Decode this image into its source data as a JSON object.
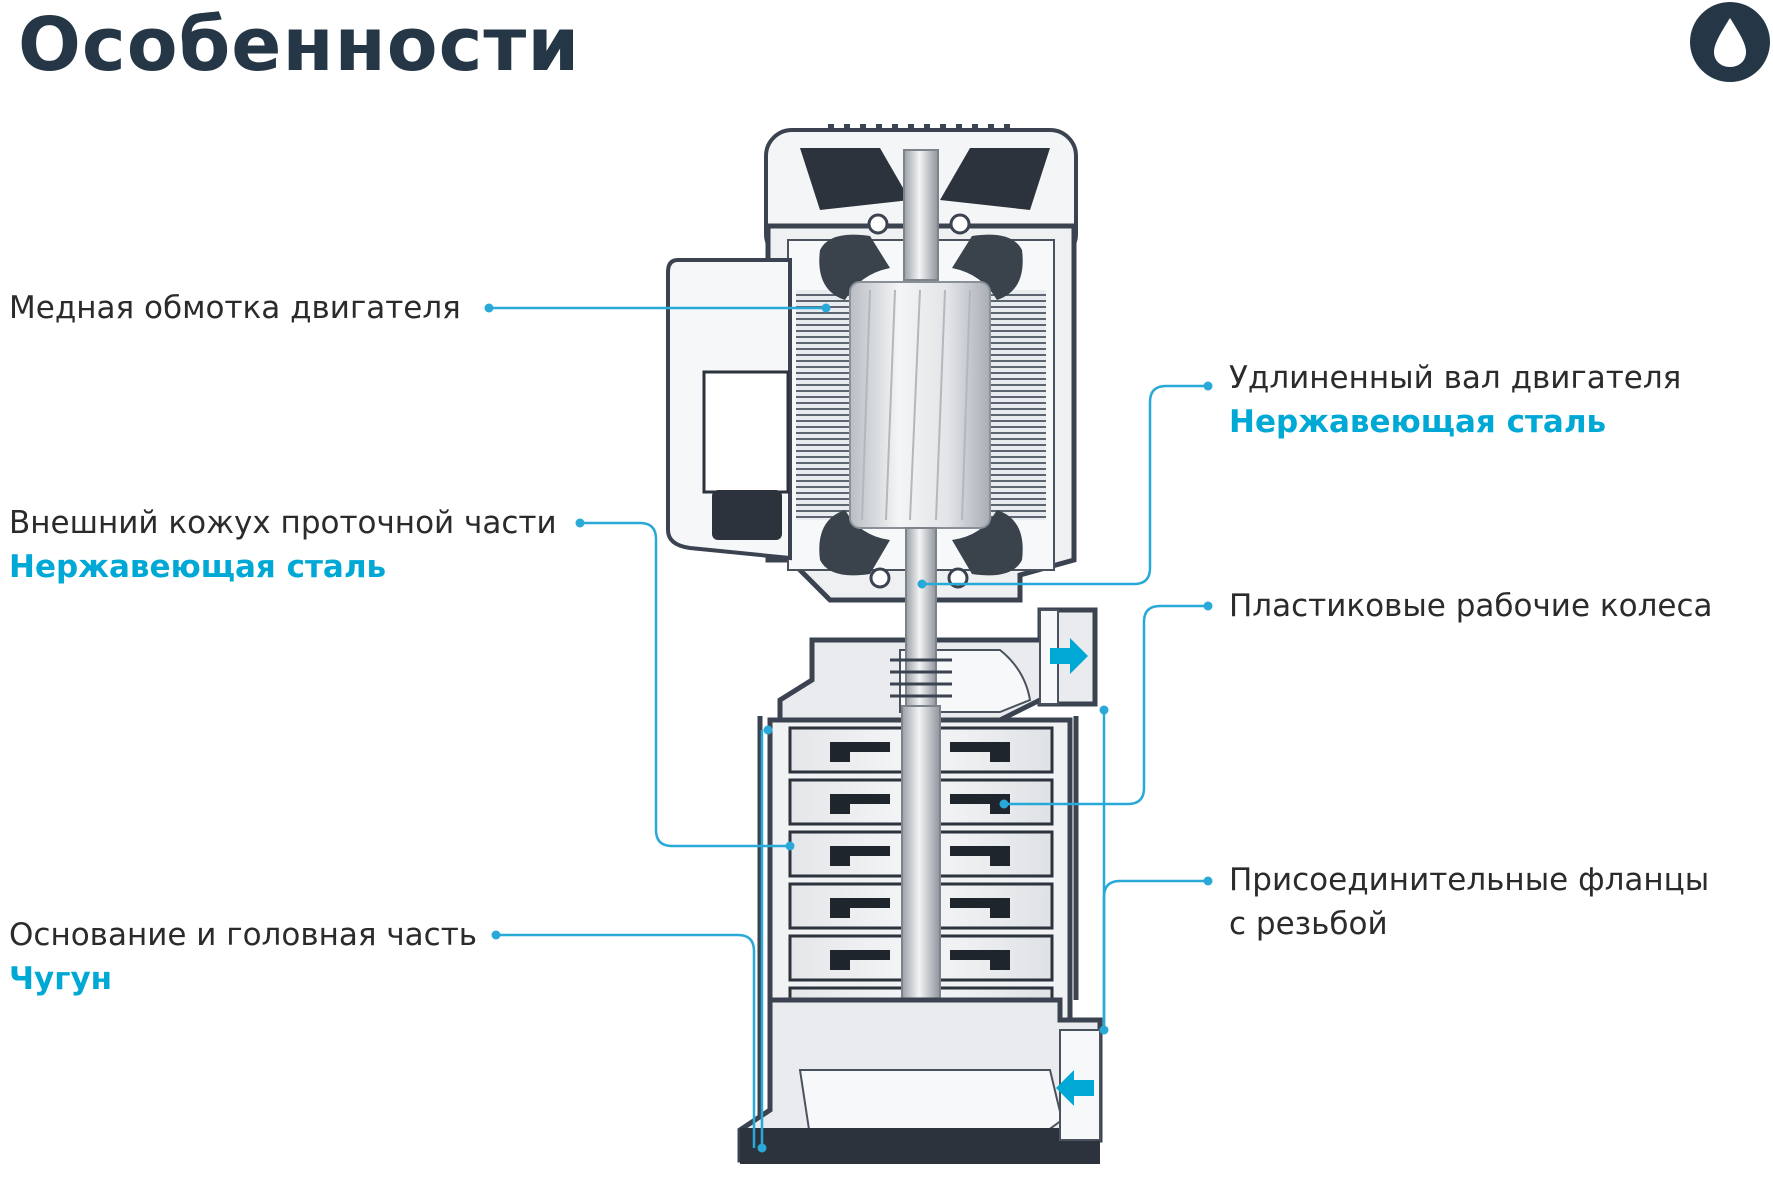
{
  "title": "Особенности",
  "logo": {
    "icon": "water-drop-logo-icon",
    "color": "#253746"
  },
  "colors": {
    "accent": "#00a8d6",
    "title": "#253746",
    "text": "#2b2b2b",
    "line": "#29a9d8"
  },
  "callouts": {
    "copper_winding": {
      "text": "Медная обмотка двигателя"
    },
    "outer_casing": {
      "text": "Внешний кожух проточной части",
      "material": "Нержавеющая сталь"
    },
    "base_head": {
      "text": "Основание и головная часть",
      "material": "Чугун"
    },
    "motor_shaft": {
      "text": "Удлиненный вал двигателя",
      "material": "Нержавеющая сталь"
    },
    "impellers": {
      "text": "Пластиковые рабочие колеса"
    },
    "flanges": {
      "line1": "Присоединительные фланцы",
      "line2": "с резьбой"
    }
  }
}
